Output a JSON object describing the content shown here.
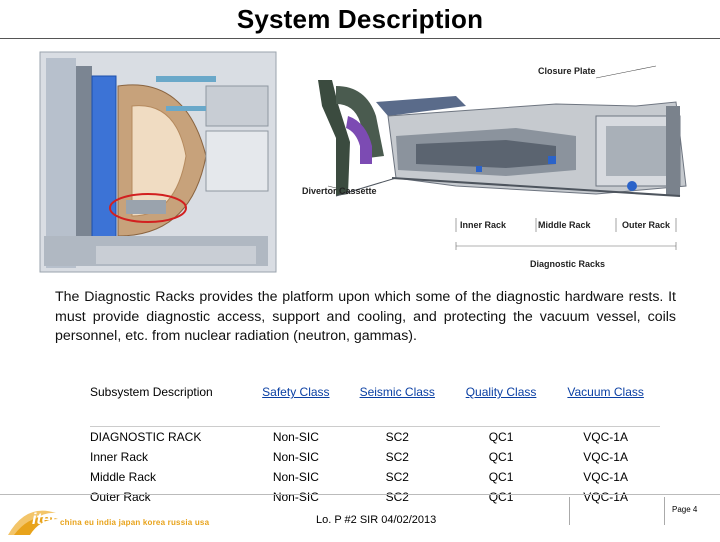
{
  "title": "System Description",
  "figure": {
    "labels": {
      "closure_plate": "Closure Plate",
      "divertor_cassette": "Divertor Cassette",
      "inner_rack": "Inner Rack",
      "middle_rack": "Middle Rack",
      "outer_rack": "Outer Rack",
      "diagnostic_racks": "Diagnostic Racks"
    }
  },
  "description": "The Diagnostic Racks provides the platform upon which some of the diagnostic hardware rests. It must provide diagnostic access, support and cooling, and protecting the vacuum vessel, coils personnel, etc. from nuclear radiation (neutron, gammas).",
  "table": {
    "headers": [
      "Subsystem Description",
      "Safety Class",
      "Seismic Class",
      "Quality Class",
      "Vacuum Class"
    ],
    "rows": [
      [
        "DIAGNOSTIC RACK",
        "Non-SIC",
        "SC2",
        "QC1",
        "VQC-1A"
      ],
      [
        "Inner Rack",
        "Non-SIC",
        "SC2",
        "QC1",
        "VQC-1A"
      ],
      [
        "Middle Rack",
        "Non-SIC",
        "SC2",
        "QC1",
        "VQC-1A"
      ],
      [
        "Outer Rack",
        "Non-SIC",
        "SC2",
        "QC1",
        "VQC-1A"
      ]
    ]
  },
  "footer": {
    "logo_word": "iter",
    "partners": "china eu india japan korea russia usa",
    "center": "Lo. P #2 SIR   04/02/2013",
    "page": "Page 4"
  },
  "colors": {
    "link_blue": "#0a3fa3",
    "logo_orange": "#e8a31b",
    "vessel_blue": "#2b63c9",
    "highlight_red": "#d22020"
  }
}
